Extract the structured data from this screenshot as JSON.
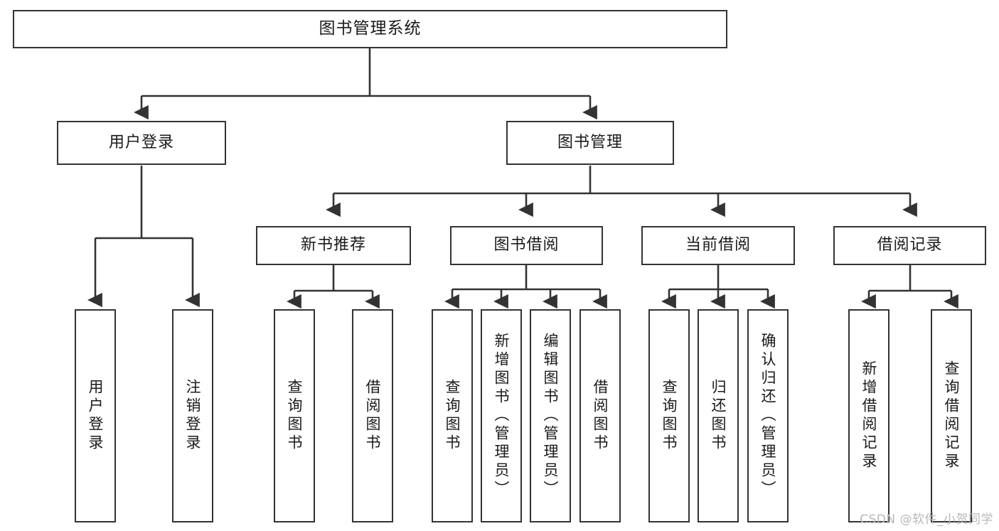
{
  "diagram": {
    "type": "tree-hierarchy",
    "title": "图书管理系统",
    "watermark": "CSDN @软件_小贺同学",
    "colors": {
      "background": "#ffffff",
      "box_border": "#333333",
      "box_fill": "#ffffff",
      "edge": "#333333",
      "text": "#1a1a1a",
      "watermark": "#b8b8b8"
    },
    "nodes": {
      "root": {
        "label": "图书管理系统",
        "level": 0,
        "orientation": "horizontal"
      },
      "l1": [
        {
          "id": "user-login",
          "label": "用户登录",
          "level": 1,
          "orientation": "horizontal"
        },
        {
          "id": "book-manage",
          "label": "图书管理",
          "level": 1,
          "orientation": "horizontal"
        }
      ],
      "l2": [
        {
          "id": "new-book-rec",
          "label": "新书推荐",
          "level": 2,
          "orientation": "horizontal",
          "parent": "book-manage"
        },
        {
          "id": "book-borrow",
          "label": "图书借阅",
          "level": 2,
          "orientation": "horizontal",
          "parent": "book-manage"
        },
        {
          "id": "current-borrow",
          "label": "当前借阅",
          "level": 2,
          "orientation": "horizontal",
          "parent": "book-manage"
        },
        {
          "id": "borrow-record",
          "label": "借阅记录",
          "level": 2,
          "orientation": "horizontal",
          "parent": "book-manage"
        }
      ],
      "leaves": [
        {
          "id": "leaf-user-login",
          "label": "用户登录",
          "parent": "user-login",
          "orientation": "vertical"
        },
        {
          "id": "leaf-user-logout",
          "label": "注销登录",
          "parent": "user-login",
          "orientation": "vertical"
        },
        {
          "id": "leaf-query-book-1",
          "label": "查询图书",
          "parent": "new-book-rec",
          "orientation": "vertical"
        },
        {
          "id": "leaf-borrow-book-1",
          "label": "借阅图书",
          "parent": "new-book-rec",
          "orientation": "vertical"
        },
        {
          "id": "leaf-query-book-2",
          "label": "查询图书",
          "parent": "book-borrow",
          "orientation": "vertical"
        },
        {
          "id": "leaf-add-book",
          "label": "新增图书（管理员）",
          "parent": "book-borrow",
          "orientation": "vertical"
        },
        {
          "id": "leaf-edit-book",
          "label": "编辑图书（管理员）",
          "parent": "book-borrow",
          "orientation": "vertical"
        },
        {
          "id": "leaf-borrow-book-2",
          "label": "借阅图书",
          "parent": "book-borrow",
          "orientation": "vertical"
        },
        {
          "id": "leaf-query-book-3",
          "label": "查询图书",
          "parent": "current-borrow",
          "orientation": "vertical"
        },
        {
          "id": "leaf-return-book",
          "label": "归还图书",
          "parent": "current-borrow",
          "orientation": "vertical"
        },
        {
          "id": "leaf-confirm-return",
          "label": "确认归还（管理员）",
          "parent": "current-borrow",
          "orientation": "vertical"
        },
        {
          "id": "leaf-add-record",
          "label": "新增借阅记录",
          "parent": "borrow-record",
          "orientation": "vertical"
        },
        {
          "id": "leaf-query-record",
          "label": "查询借阅记录",
          "parent": "borrow-record",
          "orientation": "vertical"
        }
      ]
    }
  }
}
